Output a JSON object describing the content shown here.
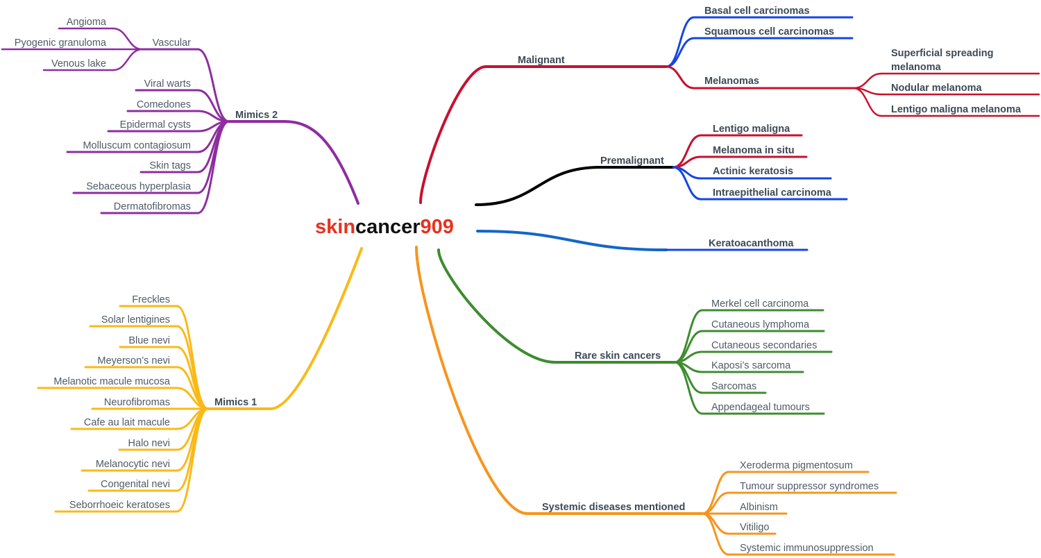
{
  "central": {
    "part1": "skin",
    "part2": "cancer",
    "part3": "909"
  },
  "colors": {
    "red": "#c8102e",
    "blue": "#1445e6",
    "black": "#000000",
    "keratoBlue": "#1466c8",
    "green": "#3d8c2f",
    "orange": "#f7941d",
    "yellow": "#fbb917",
    "purple": "#8e2da0"
  },
  "branches": {
    "malignant": {
      "label": "Malignant",
      "children": [
        {
          "label": "Basal cell carcinomas"
        },
        {
          "label": "Squamous cell carcinomas"
        },
        {
          "label": "Melanomas",
          "children": [
            {
              "label": "Superficial spreading",
              "label2": "melanoma"
            },
            {
              "label": "Nodular melanoma"
            },
            {
              "label": "Lentigo maligna melanoma"
            }
          ]
        }
      ]
    },
    "premalignant": {
      "label": "Premalignant",
      "children": [
        {
          "label": "Lentigo maligna"
        },
        {
          "label": "Melanoma in situ"
        },
        {
          "label": "Actinic keratosis"
        },
        {
          "label": "Intraepithelial carcinoma"
        }
      ]
    },
    "keratoacanthoma": {
      "label": "Keratoacanthoma"
    },
    "rare": {
      "label": "Rare skin cancers",
      "children": [
        {
          "label": "Merkel cell carcinoma"
        },
        {
          "label": "Cutaneous lymphoma"
        },
        {
          "label": "Cutaneous secondaries"
        },
        {
          "label": "Kaposi’s sarcoma"
        },
        {
          "label": "Sarcomas"
        },
        {
          "label": "Appendageal tumours"
        }
      ]
    },
    "systemic": {
      "label": "Systemic diseases mentioned",
      "children": [
        {
          "label": "Xeroderma pigmentosum"
        },
        {
          "label": "Tumour suppressor syndromes"
        },
        {
          "label": "Albinism"
        },
        {
          "label": "Vitiligo"
        },
        {
          "label": "Systemic immunosuppression"
        }
      ]
    },
    "mimics1": {
      "label": "Mimics 1",
      "children": [
        {
          "label": "Freckles"
        },
        {
          "label": "Solar lentigines"
        },
        {
          "label": "Blue nevi"
        },
        {
          "label": "Meyerson’s nevi"
        },
        {
          "label": "Melanotic macule mucosa"
        },
        {
          "label": "Neurofibromas"
        },
        {
          "label": "Cafe au lait macule"
        },
        {
          "label": "Halo nevi"
        },
        {
          "label": "Melanocytic nevi"
        },
        {
          "label": "Congenital nevi"
        },
        {
          "label": "Seborrhoeic keratoses"
        }
      ]
    },
    "mimics2": {
      "label": "Mimics 2",
      "children": [
        {
          "label": "Vascular",
          "children": [
            {
              "label": "Angioma"
            },
            {
              "label": "Pyogenic granuloma"
            },
            {
              "label": "Venous lake"
            }
          ]
        },
        {
          "label": "Viral warts"
        },
        {
          "label": "Comedones"
        },
        {
          "label": "Epidermal cysts"
        },
        {
          "label": "Molluscum contagiosum"
        },
        {
          "label": "Skin tags"
        },
        {
          "label": "Sebaceous hyperplasia"
        },
        {
          "label": "Dermatofibromas"
        }
      ]
    }
  }
}
